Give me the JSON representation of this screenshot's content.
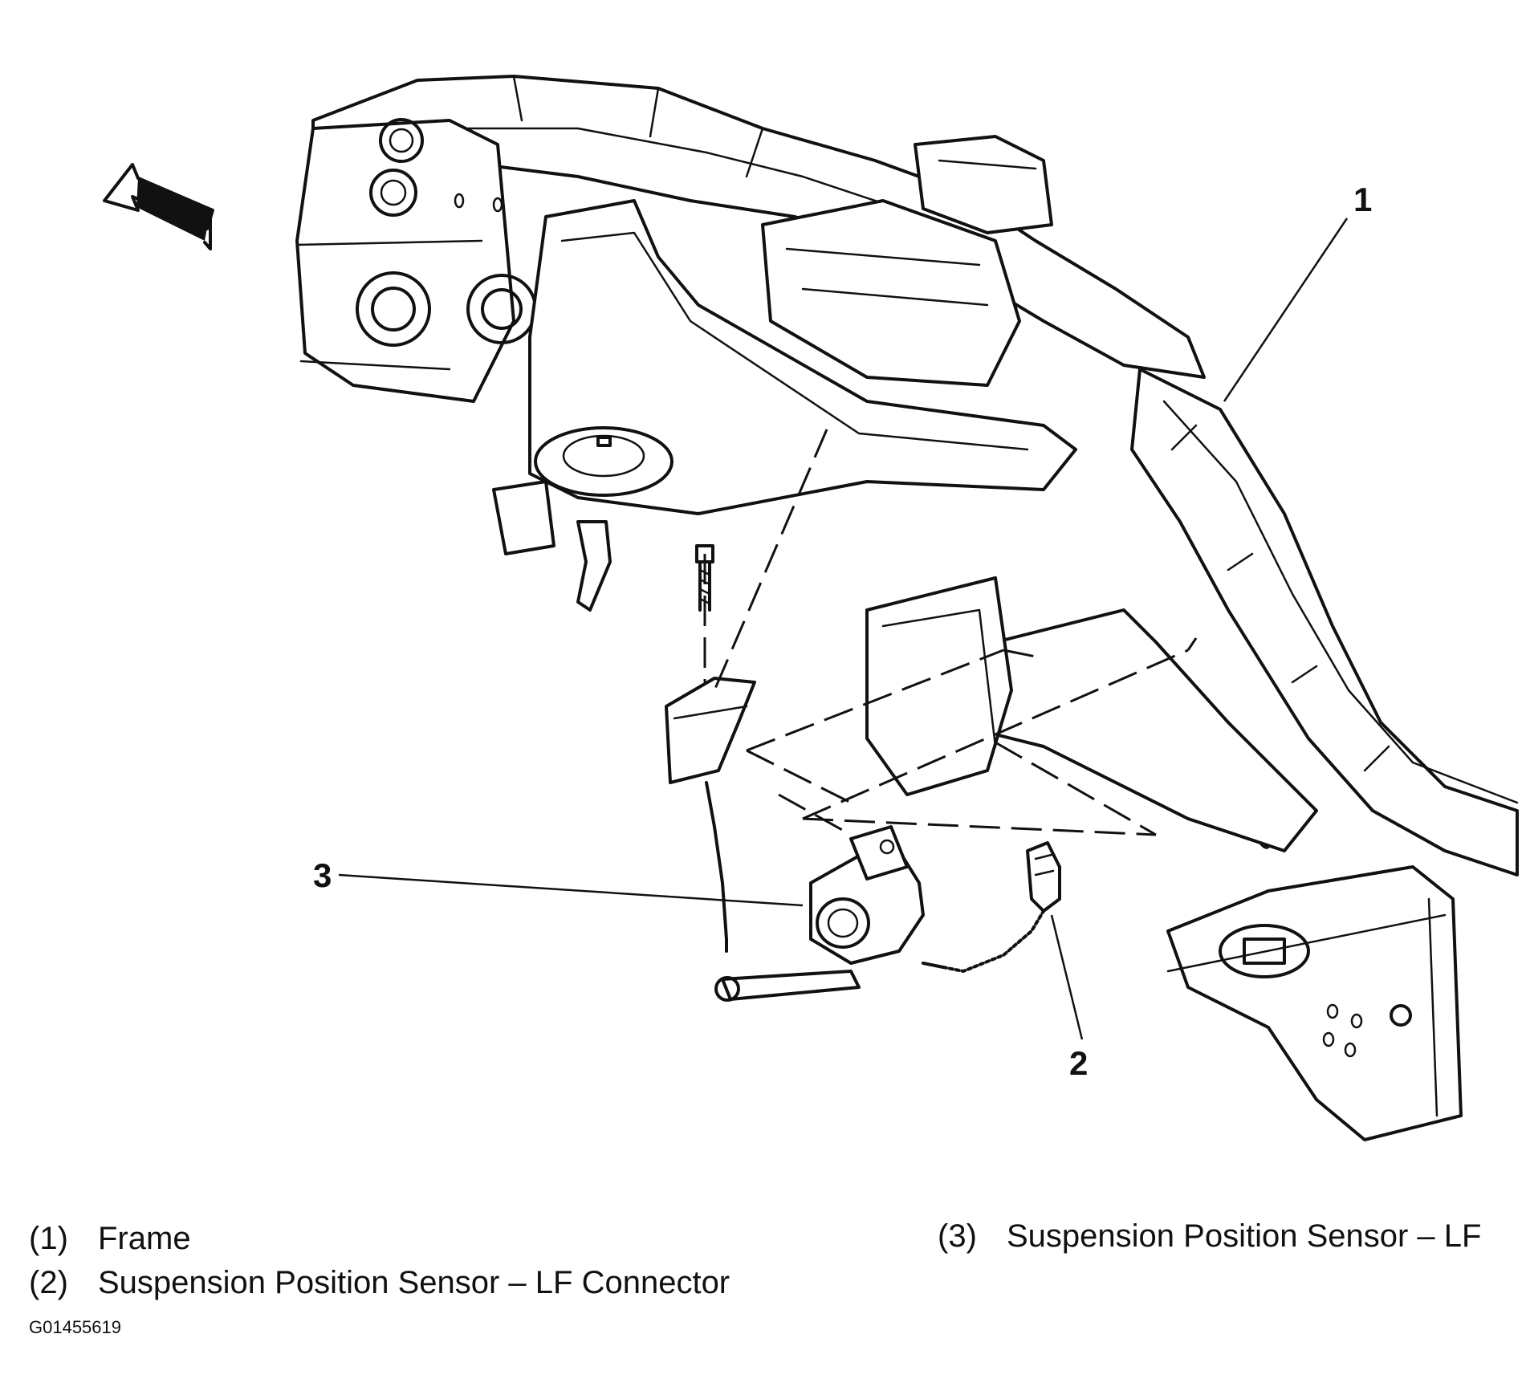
{
  "callouts": {
    "c1": "1",
    "c2": "2",
    "c3": "3"
  },
  "legend": [
    {
      "num": "(1)",
      "text": "Frame"
    },
    {
      "num": "(2)",
      "text": "Suspension Position Sensor – LF Connector"
    },
    {
      "num": "(3)",
      "text": "Suspension Position Sensor – LF"
    }
  ],
  "figure_id": "G01455619"
}
